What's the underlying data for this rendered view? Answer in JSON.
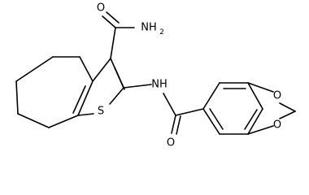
{
  "molecule": {
    "atoms": {
      "amide_o": "O",
      "amide_n": "NH",
      "amide_h2": "2",
      "ring_s": "S",
      "linker_nh": "NH",
      "benzamide_o": "O",
      "dioxole_o1": "O",
      "dioxole_o2": "O"
    }
  }
}
